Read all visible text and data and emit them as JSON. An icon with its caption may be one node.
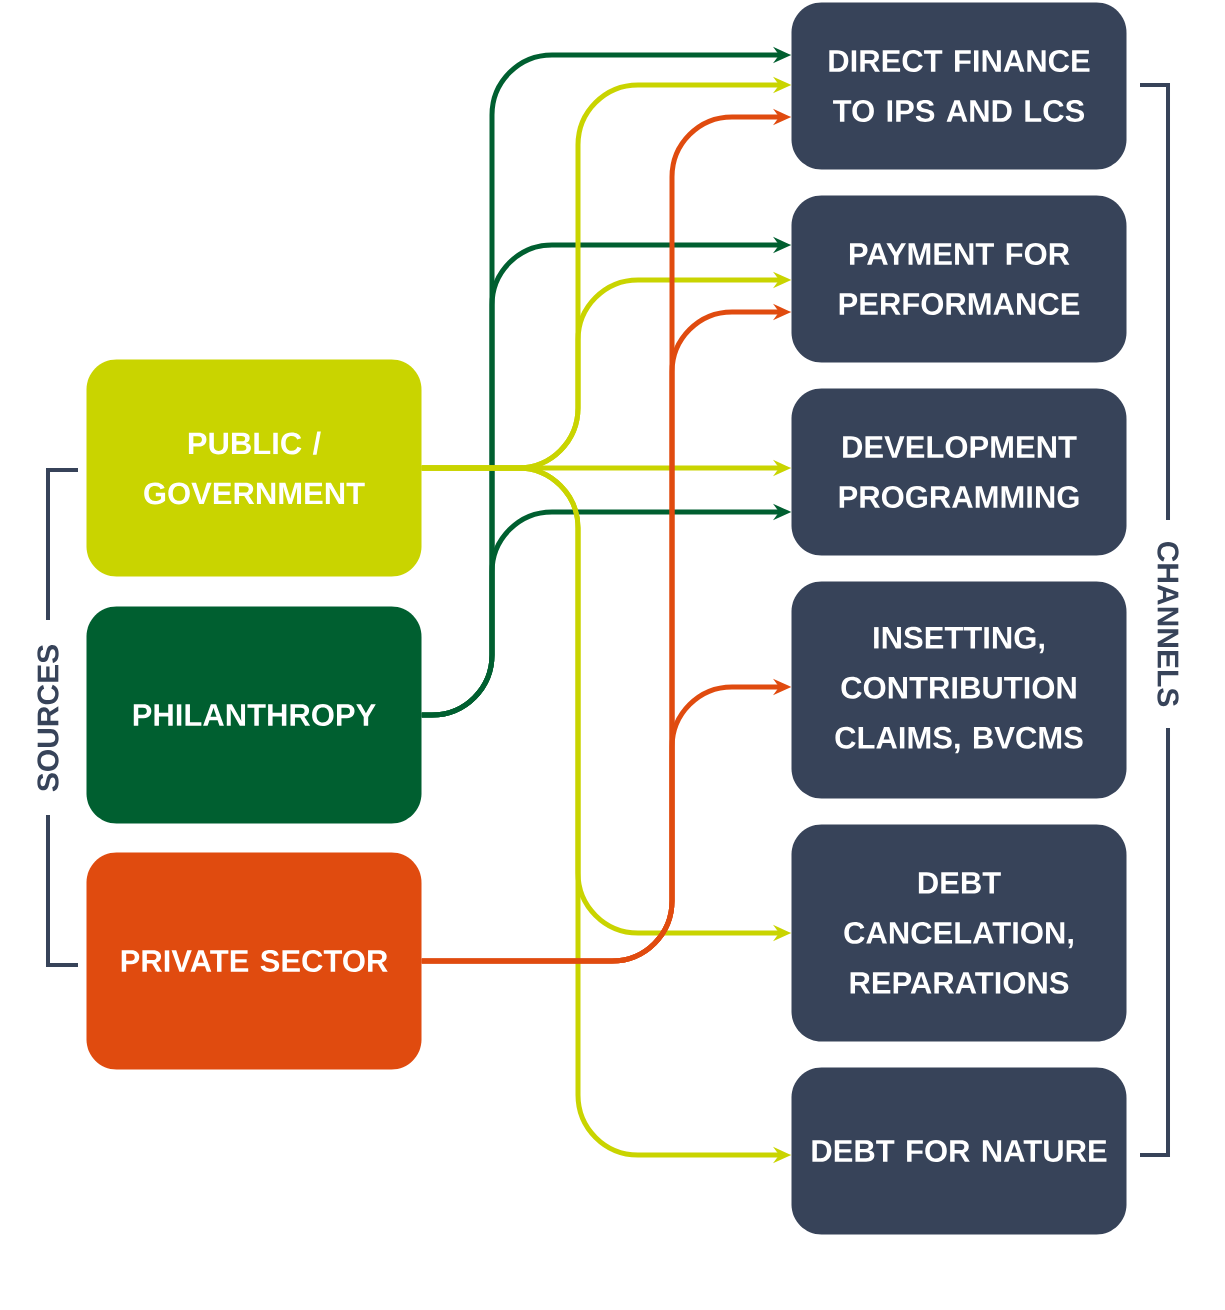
{
  "diagram": {
    "nodes": [
      {
        "text": [
          "PUBLIC / GOVERNMENT"
        ]
      },
      {
        "text": [
          "PHILANTHROPY"
        ]
      },
      {
        "text": [
          "PRIVATE SECTOR"
        ]
      },
      {
        "text": [
          "DIRECT FINANCE TO IPS AND LCS"
        ]
      },
      {
        "text": [
          "PAYMENT FOR PERFORMANCE"
        ]
      },
      {
        "text": [
          "DEVELOPMENT PROGRAMMING"
        ]
      },
      {
        "text": [
          "INSETTING, CONTRIBUTION CLAIMS, BVCMS"
        ]
      },
      {
        "text": [
          "DEBT CANCELATION, REPARATIONS"
        ]
      },
      {
        "text": [
          "DEBT FOR NATURE"
        ]
      }
    ],
    "edges": [
      {
        "from": 1,
        "to": 3,
        "arrow": "to",
        "color": "#005f30"
      },
      {
        "from": 1,
        "to": 4,
        "arrow": "to",
        "color": "#005f30"
      },
      {
        "from": 1,
        "to": 5,
        "arrow": "to",
        "color": "#005f30"
      },
      {
        "from": 0,
        "to": 3,
        "arrow": "to"
      },
      {
        "from": 0,
        "to": 4,
        "arrow": "to"
      },
      {
        "from": 0,
        "to": 5,
        "arrow": "to"
      },
      {
        "from": 0,
        "to": 7,
        "arrow": "to"
      },
      {
        "from": 0,
        "to": 8,
        "arrow": "to"
      },
      {
        "from": 2,
        "to": 3,
        "arrow": "to",
        "color": "#e04b0f"
      },
      {
        "from": 2,
        "to": 4,
        "arrow": "to",
        "color": "#e04b0f"
      },
      {
        "from": 2,
        "to": 6,
        "arrow": "to",
        "color": "#e04b0f"
      }
    ],
    "labels": [
      "SOURCES",
      "CHANNELS"
    ]
  }
}
